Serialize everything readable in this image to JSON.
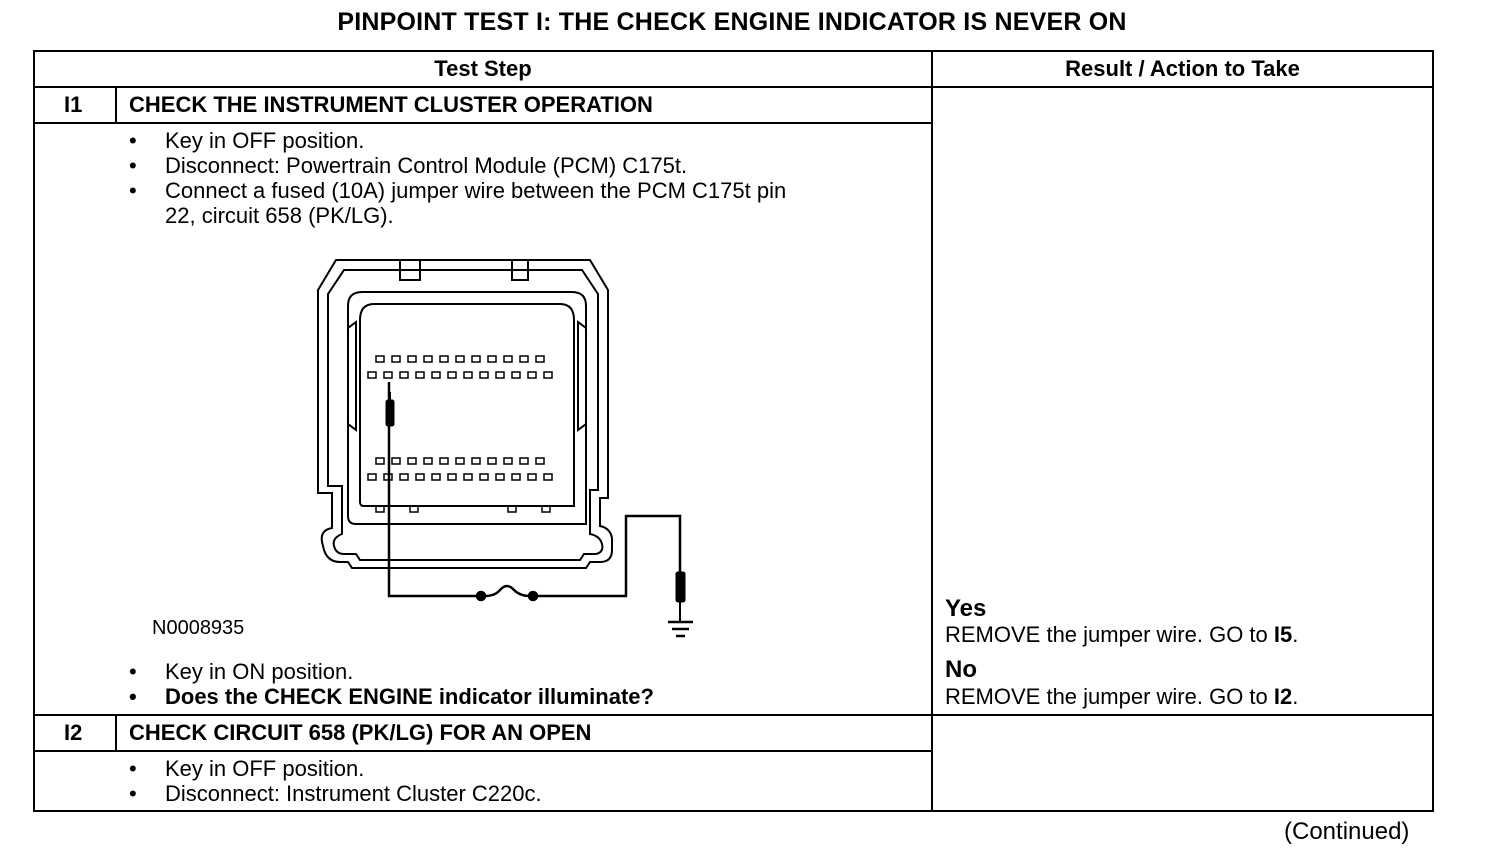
{
  "title": "PINPOINT TEST I: THE CHECK ENGINE INDICATOR IS NEVER ON",
  "header": {
    "test_step": "Test Step",
    "result_action": "Result / Action to Take"
  },
  "steps": [
    {
      "id": "I1",
      "heading": "CHECK THE INSTRUMENT CLUSTER OPERATION",
      "bullets_before": [
        "Key in OFF position.",
        "Disconnect: Powertrain Control Module (PCM) C175t.",
        "Connect a fused (10A) jumper wire between the PCM C175t pin",
        "22, circuit 658 (PK/LG)."
      ],
      "figure_id": "N0008935",
      "bullets_after": [
        "Key in ON position.",
        "Does the CHECK ENGINE indicator illuminate?"
      ],
      "results": {
        "yes_label": "Yes",
        "yes_text_pre": "REMOVE the jumper wire. GO to ",
        "yes_target": "I5",
        "yes_text_post": ".",
        "no_label": "No",
        "no_text_pre": "REMOVE the jumper wire. GO to ",
        "no_target": "I2",
        "no_text_post": "."
      }
    },
    {
      "id": "I2",
      "heading": "CHECK CIRCUIT 658 (PK/LG) FOR AN OPEN",
      "bullets_before": [
        "Key in OFF position.",
        "Disconnect: Instrument Cluster C220c."
      ]
    }
  ],
  "bullet_glyph": "•",
  "continued": "(Continued)"
}
